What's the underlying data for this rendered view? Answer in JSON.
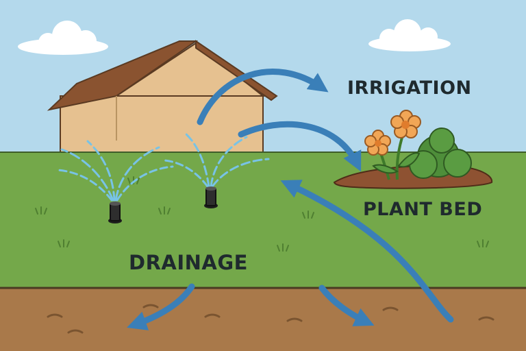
{
  "labels": {
    "irrigation": "IRRIGATION",
    "plant_bed": "PLANT BED",
    "drainage": "DRAINAGE"
  },
  "colors": {
    "sky": "#b4d9ec",
    "grass": "#74a84a",
    "soil": "#a9794a",
    "house_wall": "#e6c190",
    "roof": "#8a5330",
    "arrow": "#3a7fb8",
    "water_spray": "#78c3e6",
    "mulch": "#8e5232",
    "flower": "#f1a656",
    "shrub": "#4e8e3a"
  },
  "icons": [
    "cloud-icon",
    "house-icon",
    "sprinkler-icon",
    "flower-icon",
    "shrub-icon",
    "arrow-icon"
  ]
}
